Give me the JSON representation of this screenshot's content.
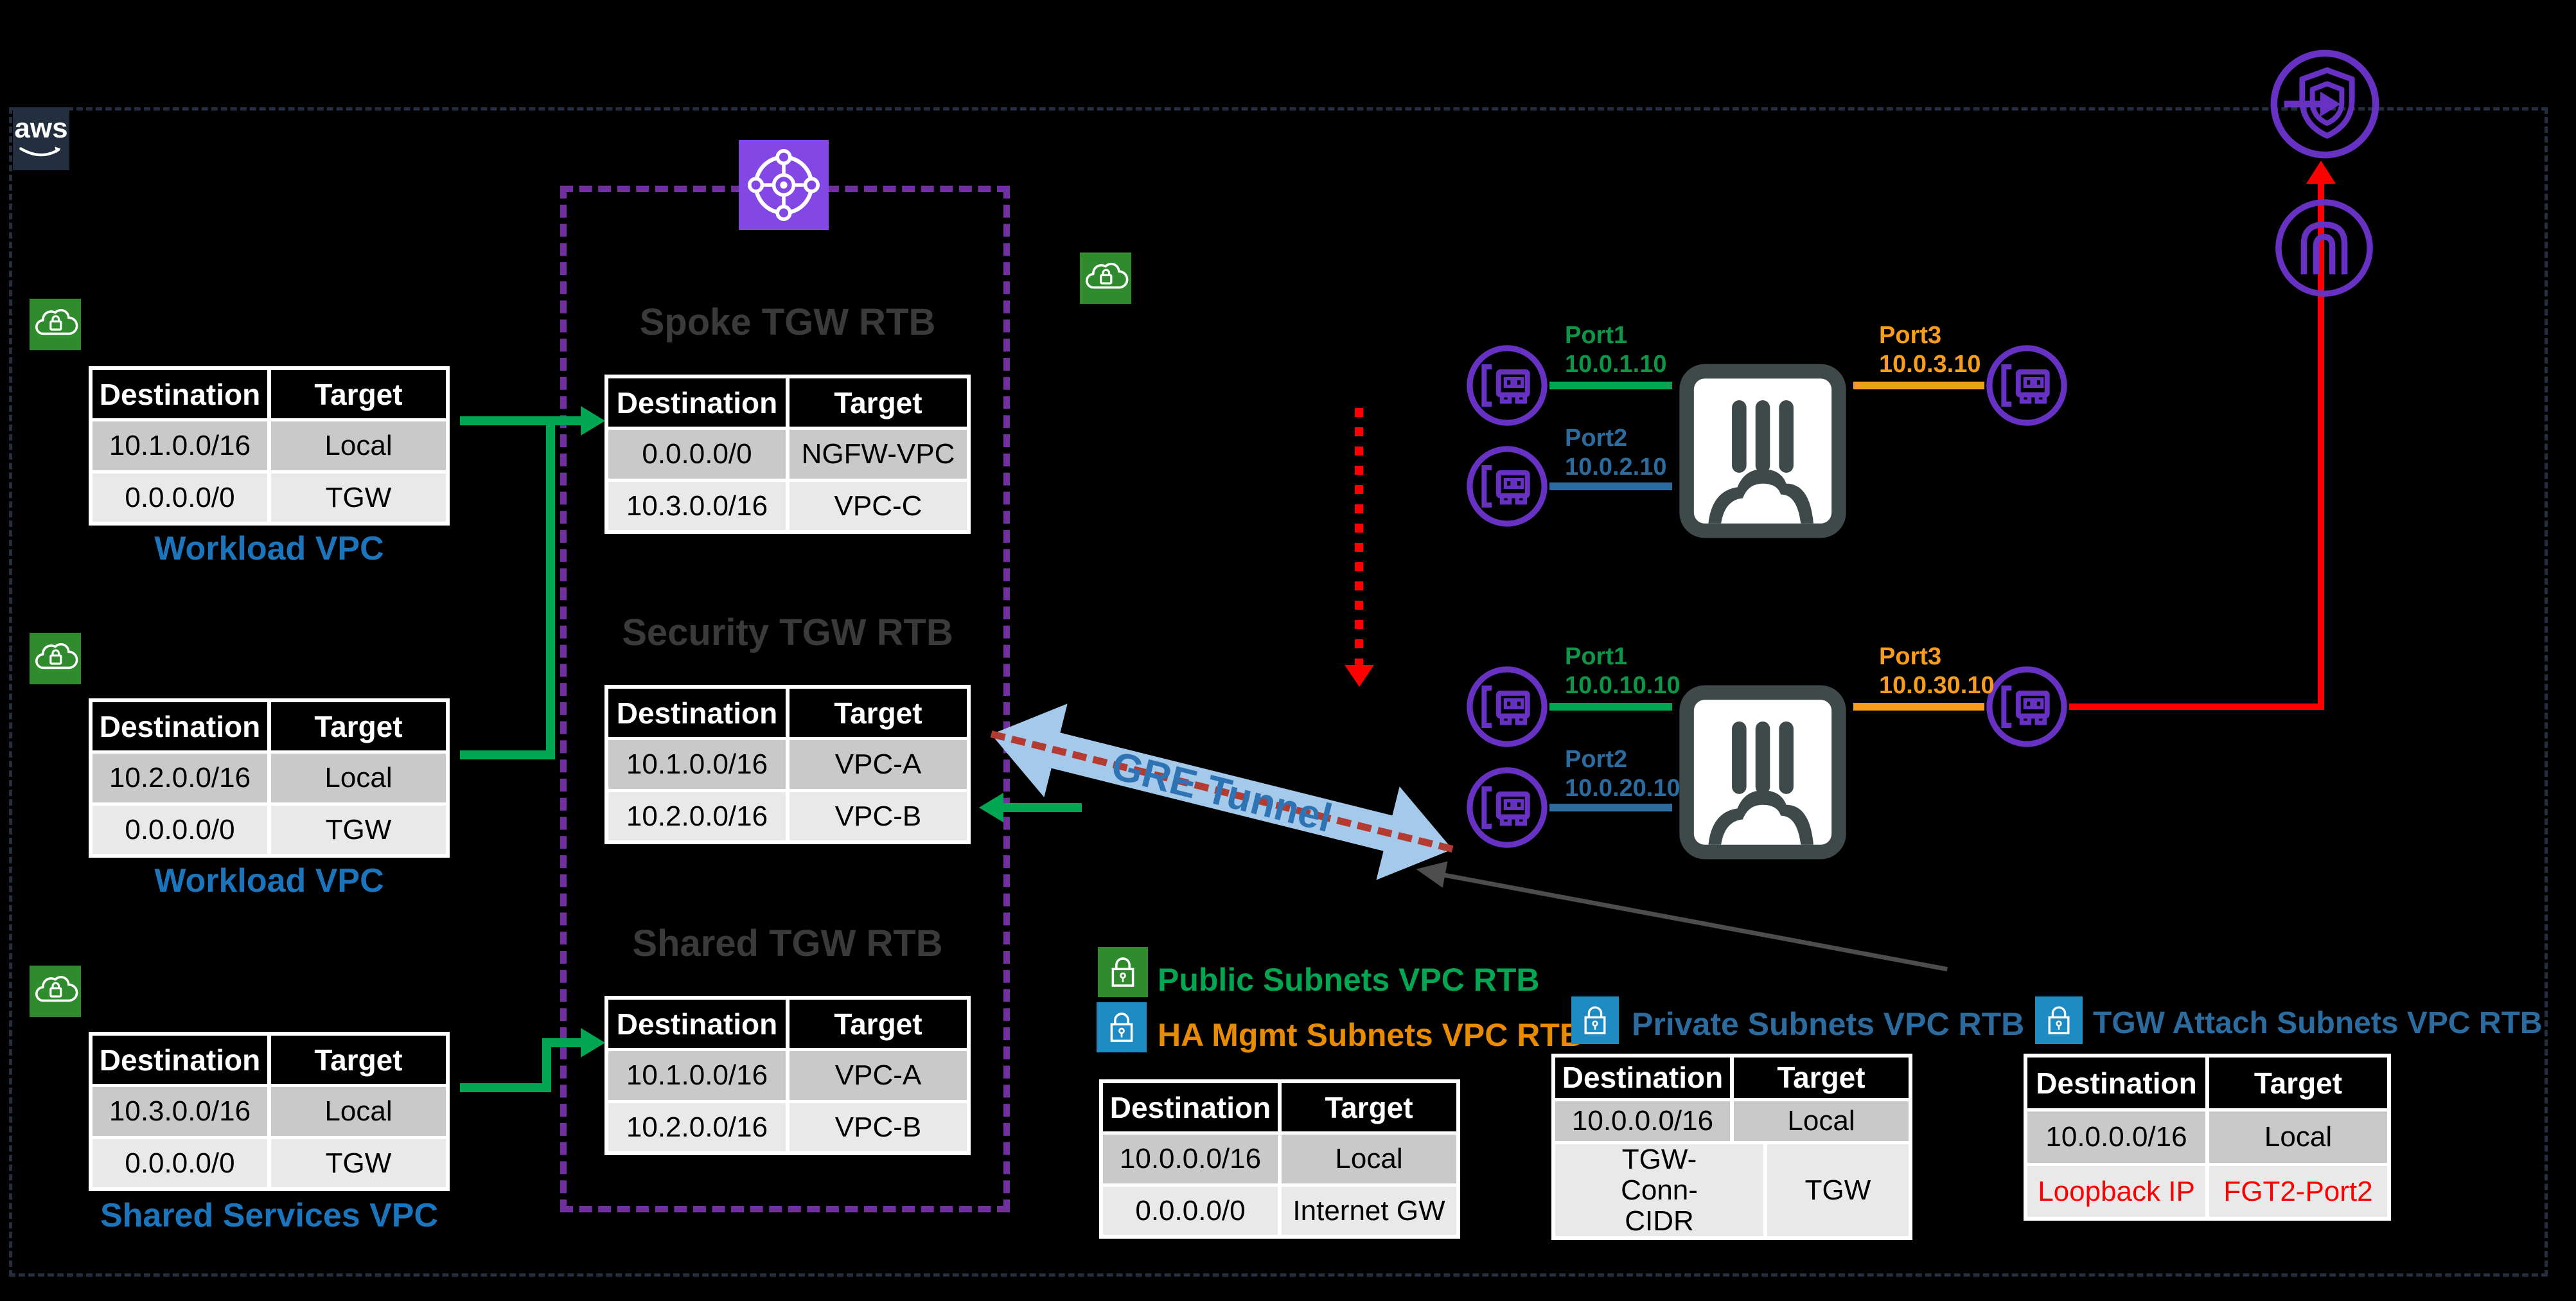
{
  "app": {
    "type": "aws-network-architecture-diagram",
    "background": "#000000"
  },
  "aws_logo_text": "aws",
  "header_cols": {
    "destination": "Destination",
    "target": "Target"
  },
  "tables": {
    "left1": {
      "caption": "Workload VPC",
      "r1d": "10.1.0.0/16",
      "r1t": "Local",
      "r2d": "0.0.0.0/0",
      "r2t": "TGW"
    },
    "left2": {
      "caption": "Workload VPC",
      "r1d": "10.2.0.0/16",
      "r1t": "Local",
      "r2d": "0.0.0.0/0",
      "r2t": "TGW"
    },
    "left3": {
      "caption": "Shared Services VPC",
      "r1d": "10.3.0.0/16",
      "r1t": "Local",
      "r2d": "0.0.0.0/0",
      "r2t": "TGW"
    },
    "spoke": {
      "title": "Spoke TGW RTB",
      "r1d": "0.0.0.0/0",
      "r1t": "NGFW-VPC",
      "r2d": "10.3.0.0/16",
      "r2t": "VPC-C"
    },
    "security": {
      "title": "Security TGW RTB",
      "r1d": "10.1.0.0/16",
      "r1t": "VPC-A",
      "r2d": "10.2.0.0/16",
      "r2t": "VPC-B"
    },
    "shared": {
      "title": "Shared TGW RTB",
      "r1d": "10.1.0.0/16",
      "r1t": "VPC-A",
      "r2d": "10.2.0.0/16",
      "r2t": "VPC-B"
    },
    "public_ha": {
      "label_public": "Public Subnets VPC RTB",
      "label_ha": "HA Mgmt Subnets VPC RTB",
      "r1d": "10.0.0.0/16",
      "r1t": "Local",
      "r2d": "0.0.0.0/0",
      "r2t": "Internet GW"
    },
    "private": {
      "label": "Private Subnets VPC RTB",
      "r1d": "10.0.0.0/16",
      "r1t": "Local",
      "r2d": "TGW-Conn-CIDR",
      "r2t": "TGW"
    },
    "tgw_attach": {
      "label": "TGW Attach Subnets VPC RTB",
      "r1d": "10.0.0.0/16",
      "r1t": "Local",
      "r2d": "Loopback IP",
      "r2t": "FGT2-Port2"
    }
  },
  "firewalls": {
    "fgt1": {
      "port1": "Port1",
      "ip1": "10.0.1.10",
      "port2": "Port2",
      "ip2": "10.0.2.10",
      "port3": "Port3",
      "ip3": "10.0.3.10"
    },
    "fgt2": {
      "port1": "Port1",
      "ip1": "10.0.10.10",
      "port2": "Port2",
      "ip2": "10.0.20.10",
      "port3": "Port3",
      "ip3": "10.0.30.10"
    }
  },
  "gre_label": "GRE Tunnel",
  "icons": {
    "aws-logo": "aws smile logo",
    "vpc-icon": "green cloud with lock (VPC)",
    "tgw-icon": "purple transit gateway hub",
    "eni-icon": "purple circle network interface card",
    "firewall-icon": "NGFW firewall with cloud",
    "lock-icon": "subnet route table padlock",
    "gwlb-shield-icon": "shield with inbound arrow",
    "inet-gw-icon": "double-n gateway glyph"
  },
  "colors": {
    "green": "#00A651",
    "port_green": "#0D9648",
    "steel_blue": "#2B6B9D",
    "orange": "#F89C1B",
    "label_orange": "#E78B00",
    "caption_blue": "#1B75BC",
    "title_gray": "#3A3A3A",
    "purple_border": "#7030A0",
    "purple_icon": "#8247E5",
    "eni_purple": "#6732C3",
    "vpc_green": "#2F8B2D",
    "lock_blue": "#1E8BC3",
    "red": "#FF0000",
    "gre_fill": "#A5C9EA",
    "gre_dash": "#B43B32",
    "gre_text": "#2E74B5",
    "row1_gray": "#C9C9C9",
    "row2_gray": "#E9E9E9",
    "gray_line": "#4D4D4D",
    "aws_navy": "#232F3E"
  }
}
